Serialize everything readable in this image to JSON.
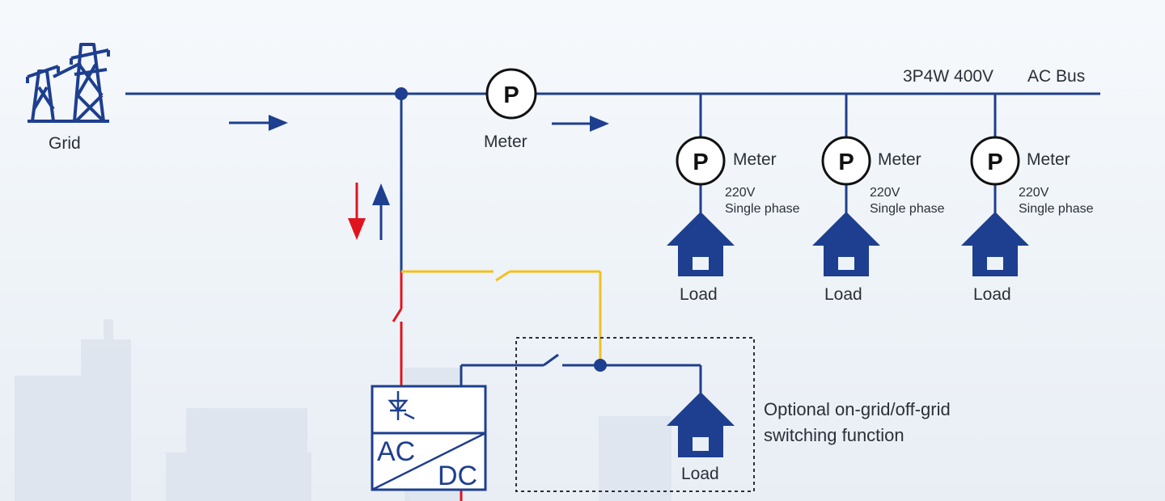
{
  "grid": {
    "label": "Grid"
  },
  "ac_bus": {
    "spec": "3P4W 400V",
    "label": "AC Bus"
  },
  "main_meter": {
    "symbol": "P",
    "label": "Meter"
  },
  "branches": [
    {
      "meter_symbol": "P",
      "meter_label": "Meter",
      "voltage": "220V",
      "phase": "Single phase",
      "load_label": "Load"
    },
    {
      "meter_symbol": "P",
      "meter_label": "Meter",
      "voltage": "220V",
      "phase": "Single phase",
      "load_label": "Load"
    },
    {
      "meter_symbol": "P",
      "meter_label": "Meter",
      "voltage": "220V",
      "phase": "Single phase",
      "load_label": "Load"
    }
  ],
  "converter": {
    "ac_label": "AC",
    "dc_label": "DC"
  },
  "backup_load": {
    "label": "Load"
  },
  "optional_note": {
    "line1": "Optional on-grid/off-grid",
    "line2": "switching function"
  },
  "colors": {
    "line_blue": "#1e3f8f",
    "flow_red": "#e0141e",
    "bypass_yellow": "#f2c21c",
    "house_blue": "#1e3f8f"
  }
}
